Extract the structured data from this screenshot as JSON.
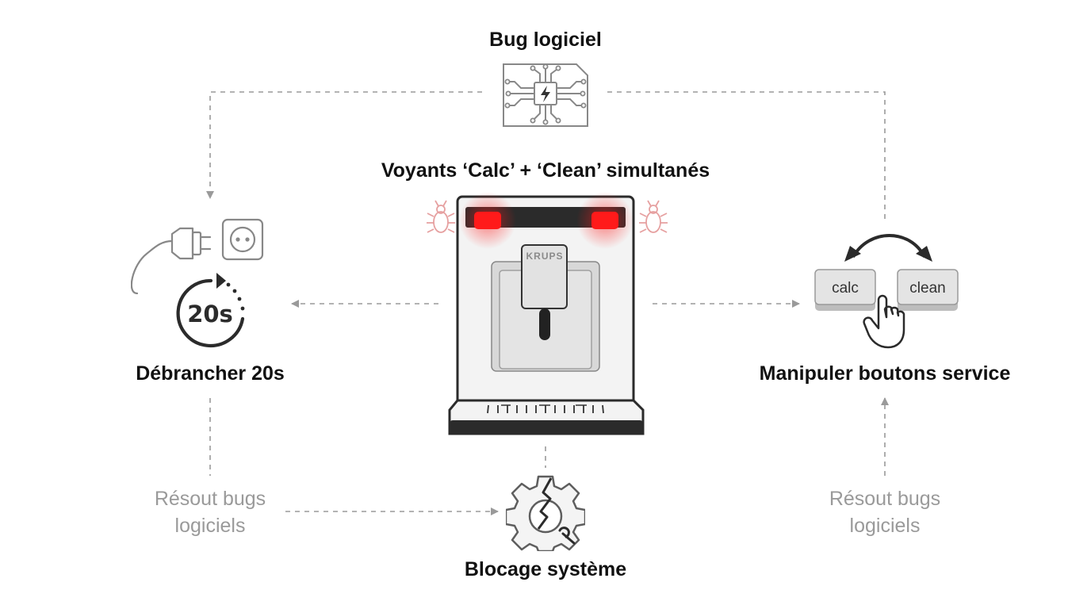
{
  "nodes": {
    "bug": {
      "label": "Bug logiciel"
    },
    "voyants": {
      "label": "Voyants ‘Calc’ + ‘Clean’ simultanés"
    },
    "unplug": {
      "label": "Débrancher 20s",
      "timer": "20s"
    },
    "service": {
      "label": "Manipuler boutons service",
      "btn_calc": "calc",
      "btn_clean": "clean"
    },
    "blocage": {
      "label": "Blocage système"
    }
  },
  "machine": {
    "brand": "KRUPS"
  },
  "notes": {
    "left": {
      "line1": "Résout bugs",
      "line2": "logiciels"
    },
    "right": {
      "line1": "Résout bugs",
      "line2": "logiciels"
    }
  },
  "colors": {
    "indicator": "#ff1a1a",
    "connector": "#9a9a9a",
    "icon": "#888888"
  }
}
